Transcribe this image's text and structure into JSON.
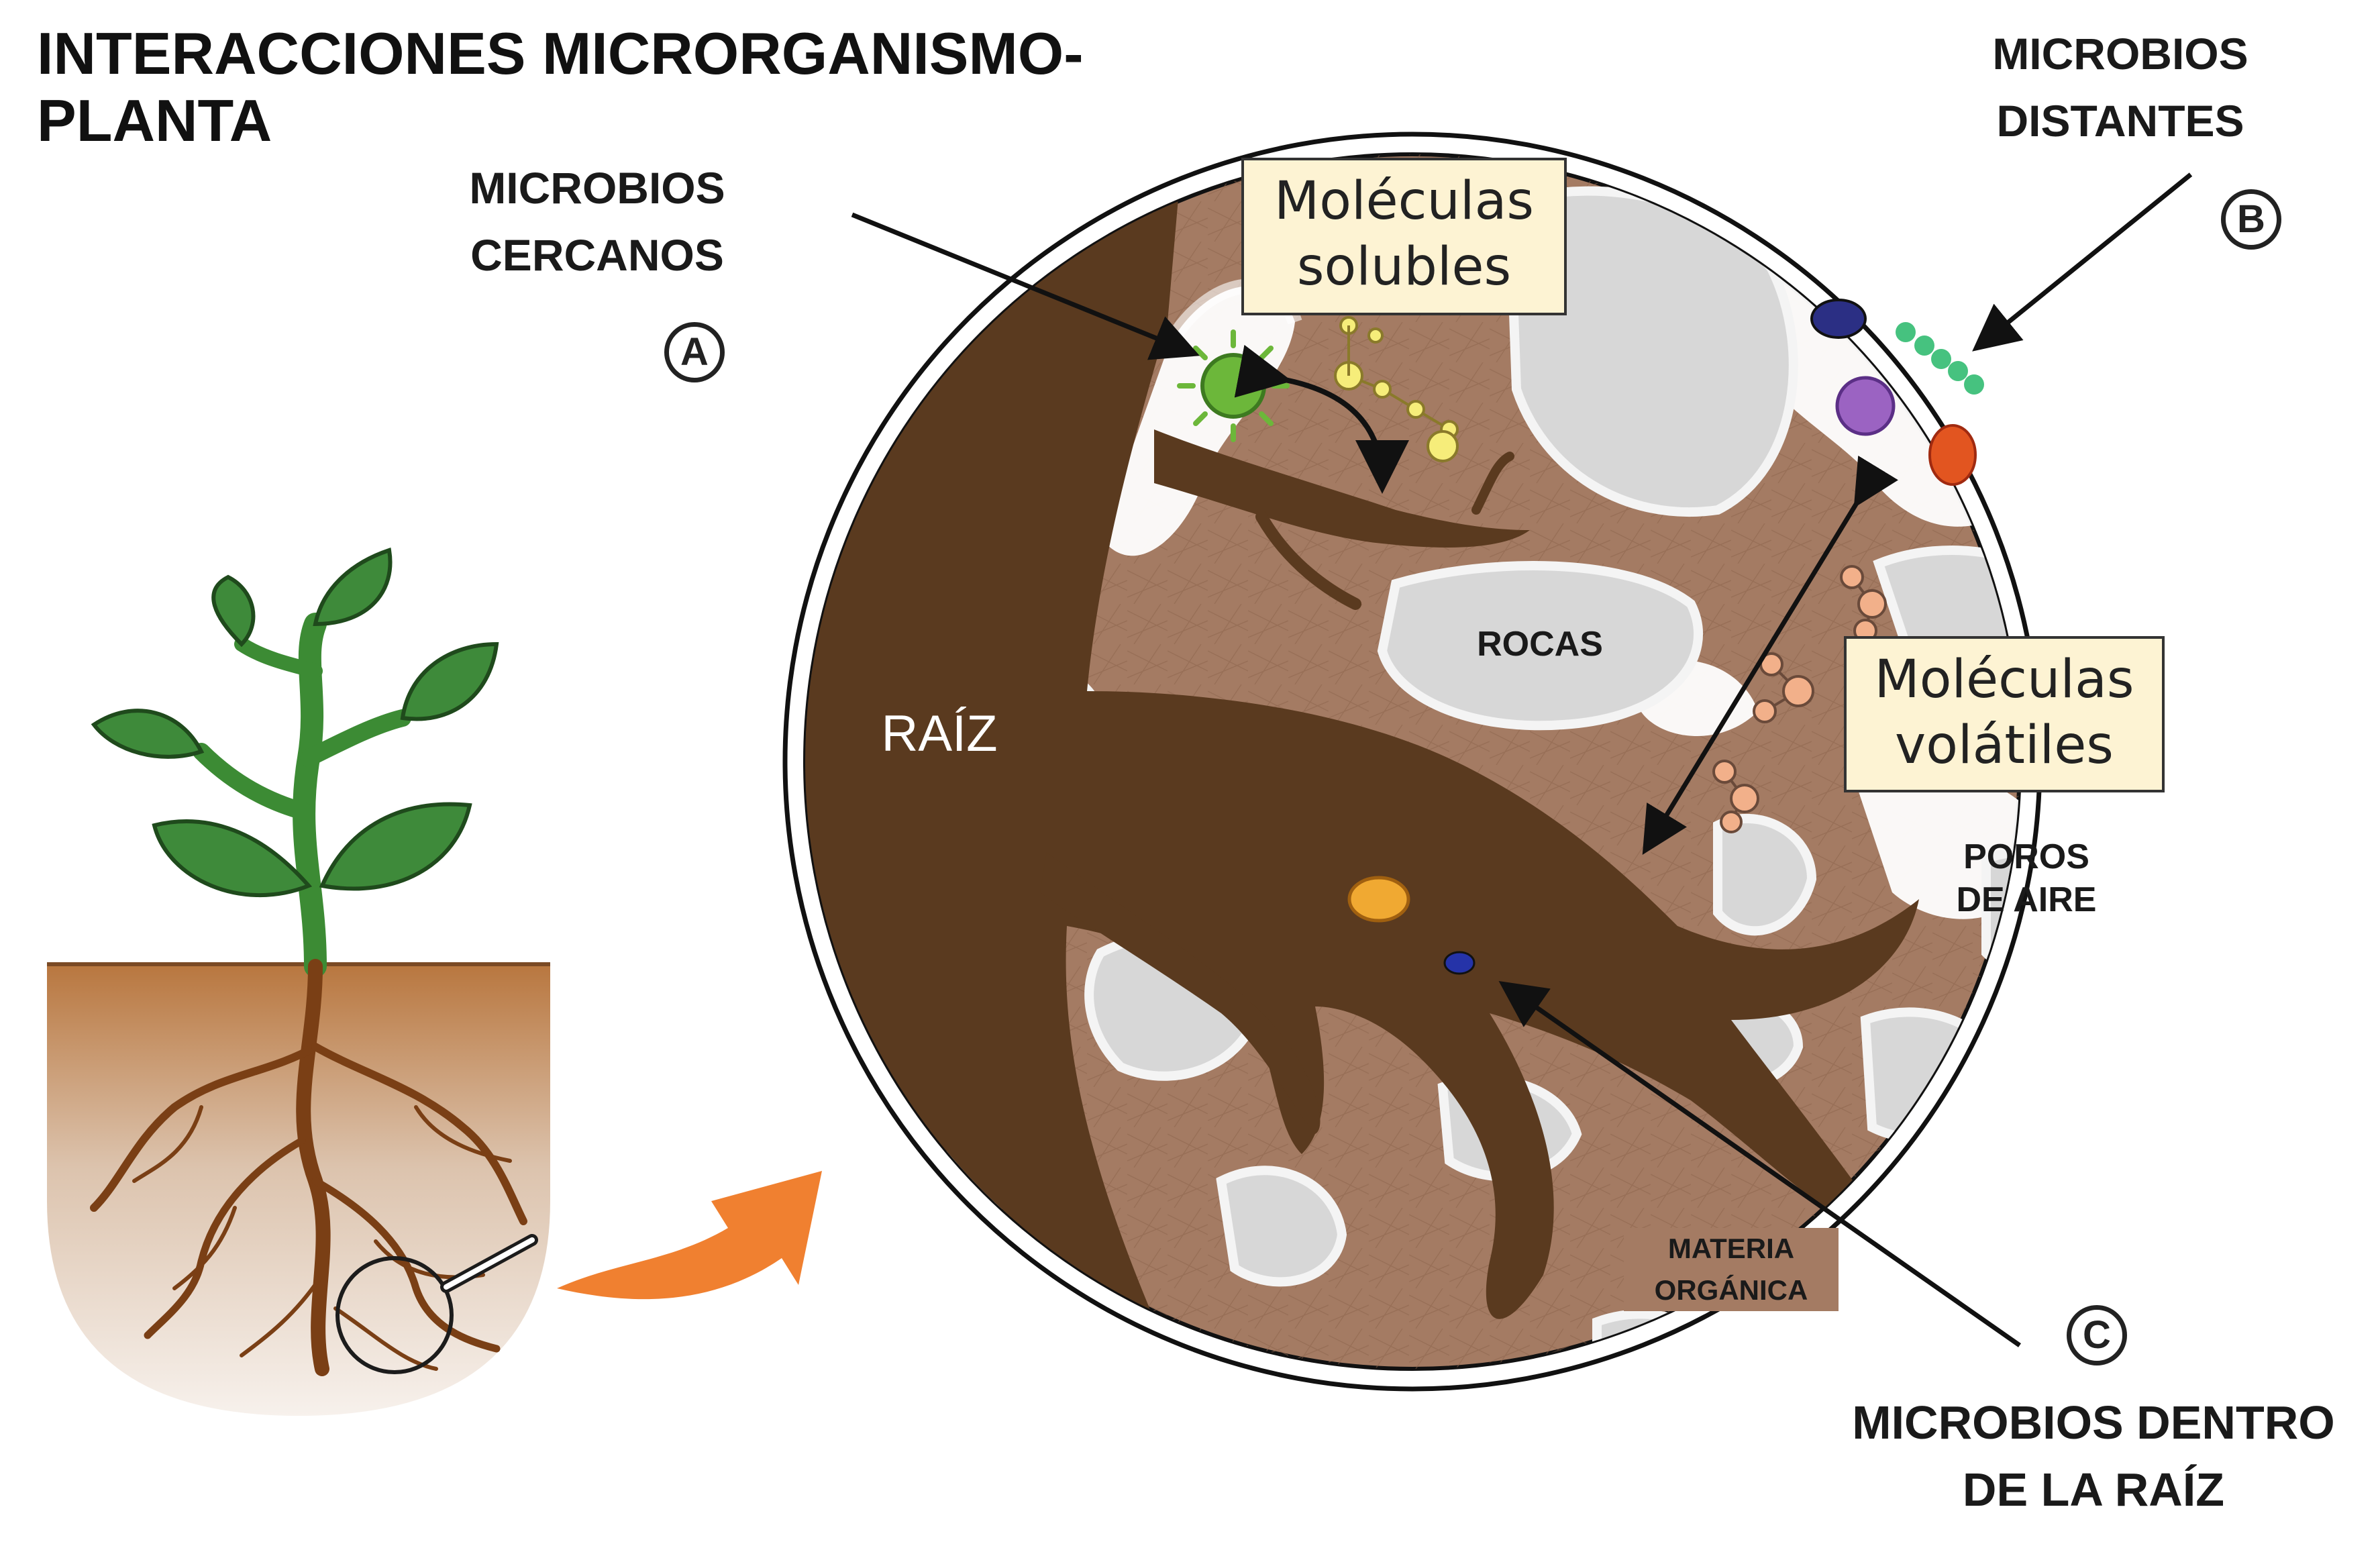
{
  "title": {
    "line1": "INTERACCIONES MICRORGANISMO-",
    "line2": "PLANTA"
  },
  "labels": {
    "near_microbes": [
      "MICROBIOS",
      "CERCANOS"
    ],
    "distant_microbes": [
      "MICROBIOS",
      "DISTANTES"
    ],
    "inside_root_microbes": [
      "MICROBIOS DENTRO",
      "DE LA RAÍZ"
    ],
    "root": "RAÍZ",
    "rocks": "ROCAS",
    "air_pores": [
      "POROS",
      "DE AIRE"
    ],
    "organic_matter": [
      "MATERIA",
      "ORGÁNICA"
    ]
  },
  "boxes": {
    "soluble": [
      "Moléculas",
      "solubles"
    ],
    "volatile": [
      "Moléculas",
      "volátiles"
    ]
  },
  "badges": {
    "a": "A",
    "b": "B",
    "c": "C"
  },
  "icons": [
    "plant-icon",
    "magnifier-icon",
    "zoom-arrow-icon",
    "microbe-icon",
    "molecule-icon"
  ],
  "colors": {
    "soil": "#a47b63",
    "root": "#5a3a1f",
    "rock": "#d6d6d6",
    "arrow": "#f08030",
    "leaf": "#3d8a3a",
    "box": "#fdf3d3"
  }
}
